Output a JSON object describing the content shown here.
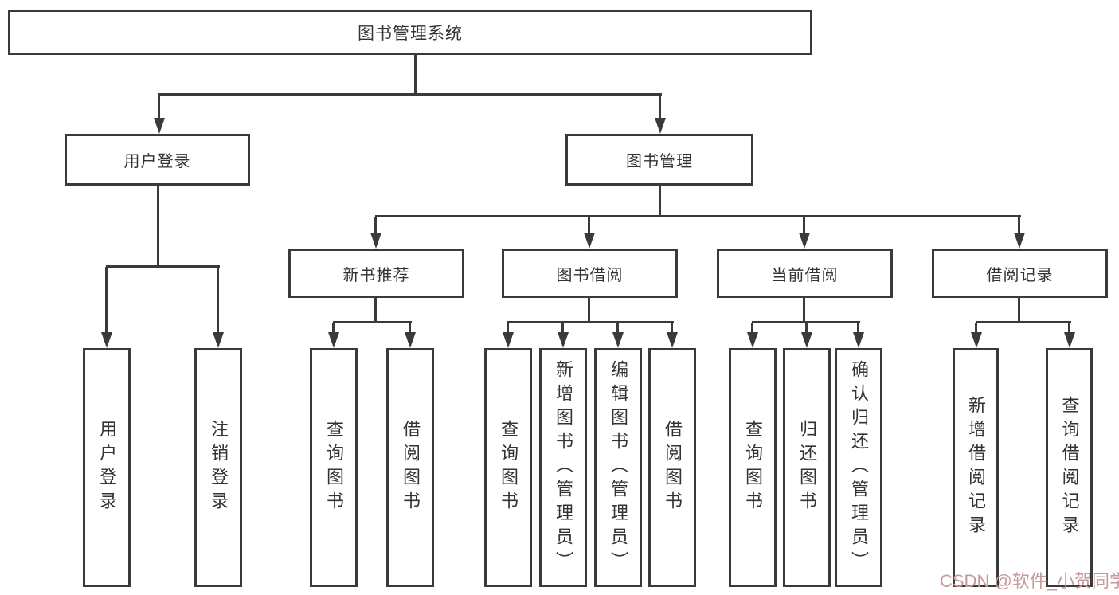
{
  "tree": {
    "label": "图书管理系统",
    "children": [
      {
        "label": "用户登录",
        "children": [
          {
            "label": "用户登录"
          },
          {
            "label": "注销登录"
          }
        ]
      },
      {
        "label": "图书管理",
        "children": [
          {
            "label": "新书推荐",
            "children": [
              {
                "label": "查询图书"
              },
              {
                "label": "借阅图书"
              }
            ]
          },
          {
            "label": "图书借阅",
            "children": [
              {
                "label": "查询图书"
              },
              {
                "label": "新增图书（管理员）"
              },
              {
                "label": "编辑图书（管理员）"
              },
              {
                "label": "借阅图书"
              }
            ]
          },
          {
            "label": "当前借阅",
            "children": [
              {
                "label": "查询图书"
              },
              {
                "label": "归还图书"
              },
              {
                "label": "确认归还（管理员）"
              }
            ]
          },
          {
            "label": "借阅记录",
            "children": [
              {
                "label": "新增借阅记录"
              },
              {
                "label": "查询借阅记录"
              }
            ]
          }
        ]
      }
    ]
  },
  "watermark": {
    "text": "CSDN @软件_小贺同学"
  },
  "colors": {
    "line": "#3a3a3a",
    "text": "#333333",
    "watermark": "#c79a9a",
    "background": "#ffffff"
  }
}
